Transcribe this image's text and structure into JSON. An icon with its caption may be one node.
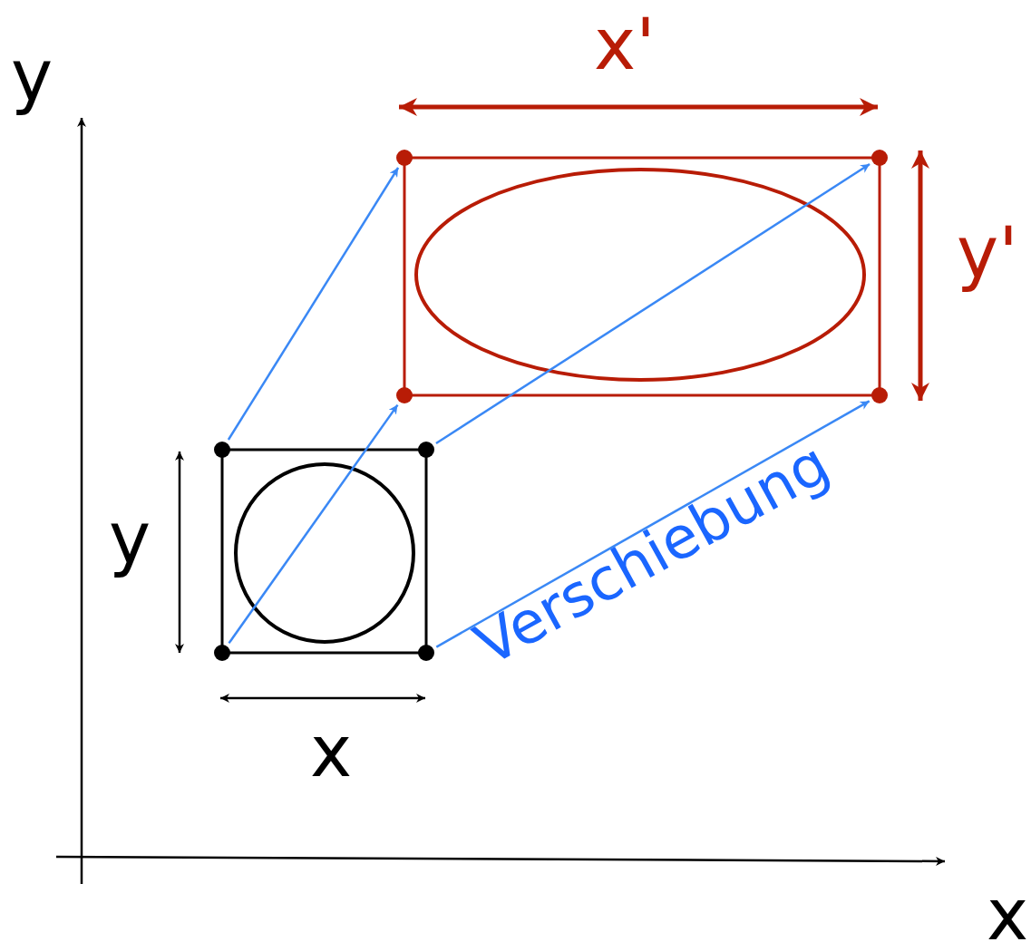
{
  "diagram": {
    "nodes": [
      {
        "text": [],
        "shape": "circle"
      },
      {
        "text": [],
        "shape": "circle"
      },
      {
        "text": [],
        "shape": "circle"
      },
      {
        "text": [],
        "shape": "circle"
      },
      {
        "text": [],
        "shape": "circle"
      },
      {
        "text": [],
        "shape": "circle"
      },
      {
        "text": [],
        "shape": "circle"
      },
      {
        "text": [],
        "shape": "circle"
      }
    ],
    "edges": [
      {
        "from": 4,
        "to": 0,
        "arrow": "to"
      },
      {
        "from": 5,
        "to": 1,
        "arrow": "to"
      },
      {
        "from": 6,
        "to": 2,
        "arrow": "to"
      },
      {
        "from": 7,
        "to": 3,
        "arrow": "to"
      }
    ],
    "labels": [
      "y",
      "x'",
      "y'",
      "y",
      "Verschiebung",
      "x",
      "x"
    ]
  }
}
